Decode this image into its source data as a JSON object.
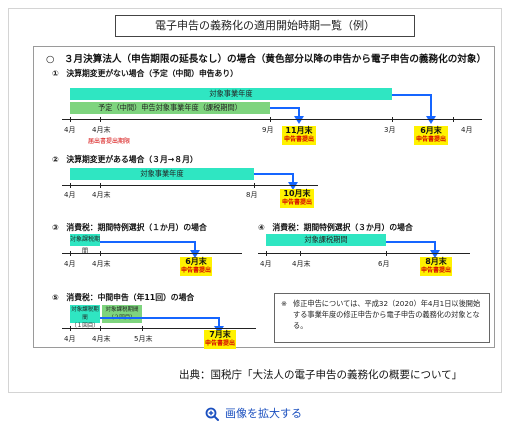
{
  "title": "電子申告の義務化の適用開始時期一覧（例）",
  "heading": "○　３月決算法人（申告期限の延長なし）の場合（黄色部分以降の申告から電子申告の義務化の対象）",
  "section1": {
    "label": "①　決算期変更がない場合（予定（中間）申告あり）",
    "bar_top": "対象事業年度",
    "bar_bottom": "予定（中間）申告対象事業年度（課税期間）",
    "ticks": [
      "4月",
      "4月末",
      "9月",
      "3月",
      "4月"
    ],
    "note_red": "届出書提出期限",
    "deadline_a": "11月末",
    "deadline_a_sub": "申告書提出",
    "deadline_b": "6月末",
    "deadline_b_sub": "申告書提出"
  },
  "section2": {
    "label": "②　決算期変更がある場合（３月→８月）",
    "bar": "対象事業年度",
    "ticks": [
      "4月",
      "4月末",
      "8月"
    ],
    "deadline": "10月末",
    "deadline_sub": "申告書提出"
  },
  "section3": {
    "label": "③　消費税：期間特例選択（１か月）の場合",
    "bar": "対象課税期間",
    "ticks": [
      "4月",
      "4月末"
    ],
    "deadline": "6月末",
    "deadline_sub": "申告書提出"
  },
  "section4": {
    "label": "④　消費税：期間特例選択（３か月）の場合",
    "bar": "対象課税期間",
    "ticks": [
      "4月",
      "4月末",
      "6月"
    ],
    "deadline": "8月末",
    "deadline_sub": "申告書提出"
  },
  "section5": {
    "label": "⑤　消費税：中間申告（年11回）の場合",
    "bar_a_line1": "対象課税期間",
    "bar_a_line2": "（１回目）",
    "bar_b_line1": "対象課税期間",
    "bar_b_line2": "（２回目）",
    "ticks": [
      "4月",
      "4月末",
      "5月末"
    ],
    "deadline": "7月末",
    "deadline_sub": "申告書提出"
  },
  "note": {
    "mark": "※",
    "text": "修正申告については、平成32（2020）年4月1日以後開始する事業年度の修正申告から電子申告の義務化の対象となる。"
  },
  "source": "出典：国税庁「大法人の電子申告の義務化の概要について」",
  "zoom_label": "画像を拡大する",
  "colors": {
    "cyan_bar": "#2fe6c2",
    "green_bar": "#7ed47e",
    "blue_line": "#1565ff",
    "deadline_bg": "#fff200",
    "red_text": "#d40000",
    "link": "#1a4fbf"
  }
}
